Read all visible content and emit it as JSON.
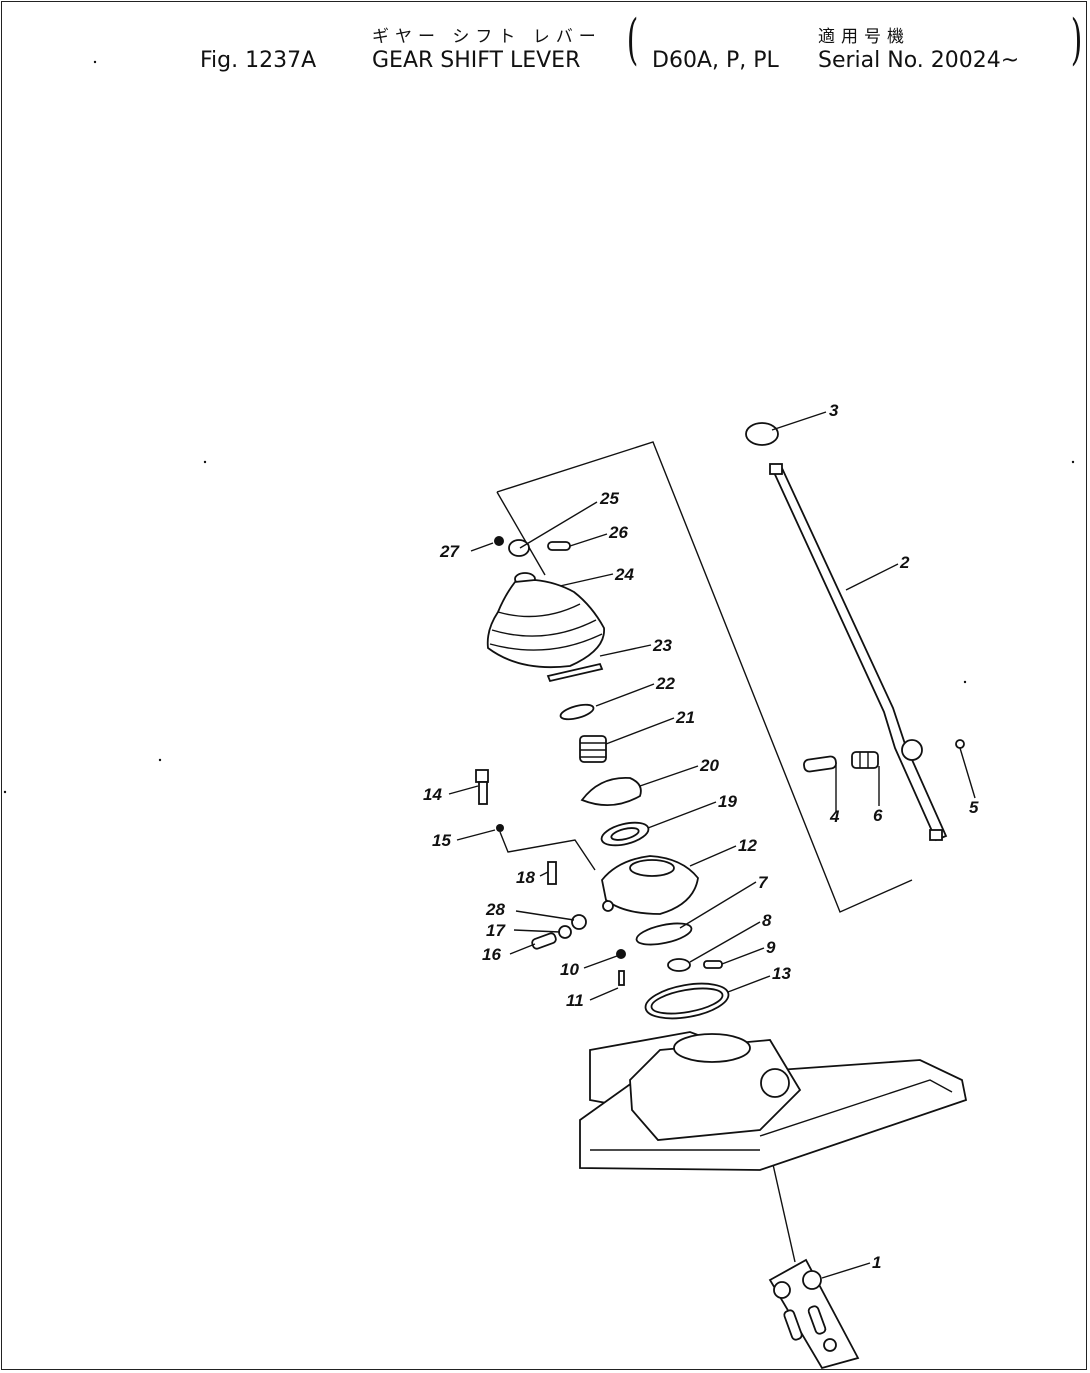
{
  "header": {
    "title_jp": "ギヤー シフト レバー",
    "applicable_jp": "適用号機",
    "fig_label": "Fig. 1237A",
    "title_en": "GEAR SHIFT LEVER",
    "models": "D60A, P, PL",
    "serial": "Serial No. 20024~"
  },
  "callouts": {
    "c1": "1",
    "c2": "2",
    "c3": "3",
    "c4": "4",
    "c5": "5",
    "c6": "6",
    "c7": "7",
    "c8": "8",
    "c9": "9",
    "c10": "10",
    "c11": "11",
    "c12": "12",
    "c13": "13",
    "c14": "14",
    "c15": "15",
    "c16": "16",
    "c17": "17",
    "c18": "18",
    "c19": "19",
    "c20": "20",
    "c21": "21",
    "c22": "22",
    "c23": "23",
    "c24": "24",
    "c25": "25",
    "c26": "26",
    "c27": "27",
    "c28": "28"
  }
}
